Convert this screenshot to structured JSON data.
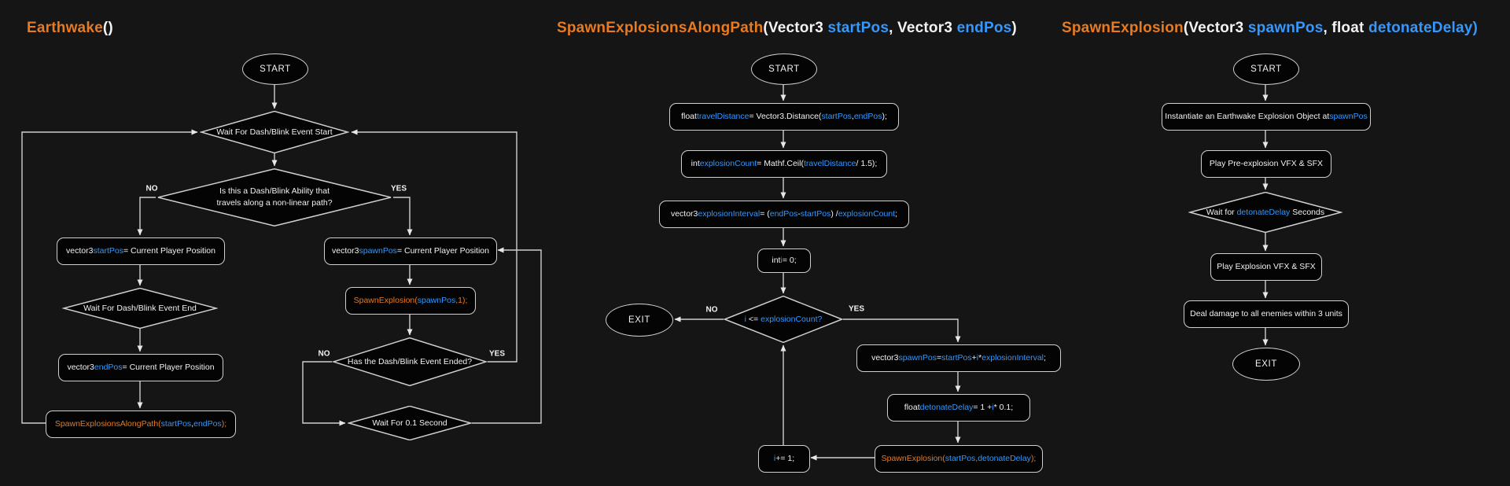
{
  "colors": {
    "background": "#151515",
    "node_fill": "#040404",
    "line_stroke": "#cfcfcf",
    "text": "#f2f2f2",
    "variable_blue": "#3498fd",
    "function_orange": "#e87a1f"
  },
  "titles": {
    "fc1": [
      {
        "t": "Earthwake",
        "c": "orange"
      },
      {
        "t": "()",
        "c": "white"
      }
    ],
    "fc2": [
      {
        "t": "SpawnExplosionsAlongPath",
        "c": "orange"
      },
      {
        "t": "(Vector3 ",
        "c": "white"
      },
      {
        "t": "startPos",
        "c": "blue"
      },
      {
        "t": ", Vector3 ",
        "c": "white"
      },
      {
        "t": "endPos",
        "c": "blue"
      },
      {
        "t": ")",
        "c": "white"
      }
    ],
    "fc3": [
      {
        "t": "SpawnExplosion",
        "c": "orange"
      },
      {
        "t": "(Vector3 ",
        "c": "white"
      },
      {
        "t": "spawnPos",
        "c": "blue"
      },
      {
        "t": ", float ",
        "c": "white"
      },
      {
        "t": "detonateDelay",
        "c": "blue"
      },
      {
        "t": ")",
        "c": "blue"
      }
    ]
  },
  "labels": {
    "fc1_no1": "NO",
    "fc1_yes1": "YES",
    "fc1_no2": "NO",
    "fc1_yes2": "YES",
    "fc2_no": "NO",
    "fc2_yes": "YES"
  },
  "nodes": {
    "fc1_start": {
      "kind": "start",
      "text": [
        {
          "t": "START",
          "c": "white"
        }
      ]
    },
    "fc1_d1": {
      "kind": "decision",
      "text": [
        {
          "t": "Wait For Dash/Blink Event Start",
          "c": "white"
        }
      ]
    },
    "fc1_d2": {
      "kind": "decision",
      "text": [
        {
          "t": "Is this a Dash/Blink Ability that",
          "c": "white"
        },
        {
          "br": true
        },
        {
          "t": "travels along a non-linear path?",
          "c": "white"
        }
      ]
    },
    "fc1_bL1": {
      "kind": "process",
      "text": [
        {
          "t": "vector3 ",
          "c": "white"
        },
        {
          "t": "startPos",
          "c": "blue"
        },
        {
          "t": " = Current Player Position",
          "c": "white"
        }
      ]
    },
    "fc1_bR1": {
      "kind": "process",
      "text": [
        {
          "t": "vector3 ",
          "c": "white"
        },
        {
          "t": "spawnPos",
          "c": "blue"
        },
        {
          "t": " = Current Player Position",
          "c": "white"
        }
      ]
    },
    "fc1_dL2": {
      "kind": "decision",
      "text": [
        {
          "t": "Wait For Dash/Blink Event End",
          "c": "white"
        }
      ]
    },
    "fc1_bL3": {
      "kind": "process",
      "text": [
        {
          "t": "vector3 ",
          "c": "white"
        },
        {
          "t": "endPos",
          "c": "blue"
        },
        {
          "t": " = Current Player Position",
          "c": "white"
        }
      ]
    },
    "fc1_bL4": {
      "kind": "call",
      "text": [
        {
          "t": "SpawnExplosionsAlongPath(",
          "c": "orange"
        },
        {
          "t": "startPos",
          "c": "blue"
        },
        {
          "t": ", ",
          "c": "white"
        },
        {
          "t": "endPos",
          "c": "blue"
        },
        {
          "t": ");",
          "c": "orange"
        }
      ]
    },
    "fc1_bR2": {
      "kind": "call",
      "text": [
        {
          "t": "SpawnExplosion(",
          "c": "orange"
        },
        {
          "t": "spawnPos",
          "c": "blue"
        },
        {
          "t": ",1);",
          "c": "orange"
        }
      ]
    },
    "fc1_dR3": {
      "kind": "decision",
      "text": [
        {
          "t": "Has the Dash/Blink Event Ended?",
          "c": "white"
        }
      ]
    },
    "fc1_dR4": {
      "kind": "decision",
      "text": [
        {
          "t": "Wait For 0.1 Second",
          "c": "white"
        }
      ]
    },
    "fc2_start": {
      "kind": "start",
      "text": [
        {
          "t": "START",
          "c": "white"
        }
      ]
    },
    "fc2_b1": {
      "kind": "process",
      "text": [
        {
          "t": "float ",
          "c": "white"
        },
        {
          "t": "travelDistance",
          "c": "blue"
        },
        {
          "t": " = Vector3.Distance(",
          "c": "white"
        },
        {
          "t": "startPos",
          "c": "blue"
        },
        {
          "t": ", ",
          "c": "white"
        },
        {
          "t": "endPos",
          "c": "blue"
        },
        {
          "t": ");",
          "c": "white"
        }
      ]
    },
    "fc2_b2": {
      "kind": "process",
      "text": [
        {
          "t": "int ",
          "c": "white"
        },
        {
          "t": "explosionCount",
          "c": "blue"
        },
        {
          "t": " = Mathf.Ceil(",
          "c": "white"
        },
        {
          "t": "travelDistance",
          "c": "blue"
        },
        {
          "t": " / 1.5);",
          "c": "white"
        }
      ]
    },
    "fc2_b3": {
      "kind": "process",
      "text": [
        {
          "t": "vector3 ",
          "c": "white"
        },
        {
          "t": "explosionInterval",
          "c": "blue"
        },
        {
          "t": " = (",
          "c": "white"
        },
        {
          "t": "endPos",
          "c": "blue"
        },
        {
          "t": " - ",
          "c": "white"
        },
        {
          "t": "startPos",
          "c": "blue"
        },
        {
          "t": ") / ",
          "c": "white"
        },
        {
          "t": "explosionCount",
          "c": "blue"
        },
        {
          "t": ";",
          "c": "white"
        }
      ]
    },
    "fc2_b4": {
      "kind": "process",
      "text": [
        {
          "t": "int ",
          "c": "white"
        },
        {
          "t": "i",
          "c": "blue"
        },
        {
          "t": " = 0;",
          "c": "white"
        }
      ]
    },
    "fc2_d5": {
      "kind": "decision",
      "text": [
        {
          "t": "i",
          "c": "blue"
        },
        {
          "t": " <= ",
          "c": "white"
        },
        {
          "t": "explosionCount",
          "c": "blue"
        },
        {
          "t": "?",
          "c": "blue"
        }
      ]
    },
    "fc2_exit": {
      "kind": "exit",
      "text": [
        {
          "t": "EXIT",
          "c": "white"
        }
      ]
    },
    "fc2_b6": {
      "kind": "process",
      "text": [
        {
          "t": "vector3 ",
          "c": "white"
        },
        {
          "t": "spawnPos",
          "c": "blue"
        },
        {
          "t": " = ",
          "c": "white"
        },
        {
          "t": "startPos",
          "c": "blue"
        },
        {
          "t": " + ",
          "c": "white"
        },
        {
          "t": "i",
          "c": "blue"
        },
        {
          "t": " * ",
          "c": "white"
        },
        {
          "t": "explosionInterval",
          "c": "blue"
        },
        {
          "t": ";",
          "c": "white"
        }
      ]
    },
    "fc2_b7": {
      "kind": "process",
      "text": [
        {
          "t": "float ",
          "c": "white"
        },
        {
          "t": "detonateDelay",
          "c": "blue"
        },
        {
          "t": " = 1 + ",
          "c": "white"
        },
        {
          "t": "i",
          "c": "blue"
        },
        {
          "t": " * 0.1;",
          "c": "white"
        }
      ]
    },
    "fc2_b8": {
      "kind": "call",
      "text": [
        {
          "t": "SpawnExplosion(",
          "c": "orange"
        },
        {
          "t": "startPos",
          "c": "blue"
        },
        {
          "t": ", ",
          "c": "orange"
        },
        {
          "t": "detonateDelay",
          "c": "blue"
        },
        {
          "t": ");",
          "c": "orange"
        }
      ]
    },
    "fc2_b9": {
      "kind": "process",
      "text": [
        {
          "t": "i",
          "c": "blue"
        },
        {
          "t": " += 1;",
          "c": "white"
        }
      ]
    },
    "fc3_start": {
      "kind": "start",
      "text": [
        {
          "t": "START",
          "c": "white"
        }
      ]
    },
    "fc3_c1": {
      "kind": "process",
      "text": [
        {
          "t": "Instantiate an Earthwake Explosion Object at ",
          "c": "white"
        },
        {
          "t": "spawnPos",
          "c": "blue"
        }
      ]
    },
    "fc3_c2": {
      "kind": "process",
      "text": [
        {
          "t": "Play Pre-explosion VFX & SFX",
          "c": "white"
        }
      ]
    },
    "fc3_d3": {
      "kind": "decision",
      "text": [
        {
          "t": "Wait for ",
          "c": "white"
        },
        {
          "t": "detonateDelay",
          "c": "blue"
        },
        {
          "t": " Seconds",
          "c": "white"
        }
      ]
    },
    "fc3_c4": {
      "kind": "process",
      "text": [
        {
          "t": "Play Explosion VFX & SFX",
          "c": "white"
        }
      ]
    },
    "fc3_c5": {
      "kind": "process",
      "text": [
        {
          "t": "Deal damage to all enemies within 3 units",
          "c": "white"
        }
      ]
    },
    "fc3_exit": {
      "kind": "exit",
      "text": [
        {
          "t": "EXIT",
          "c": "white"
        }
      ]
    }
  }
}
